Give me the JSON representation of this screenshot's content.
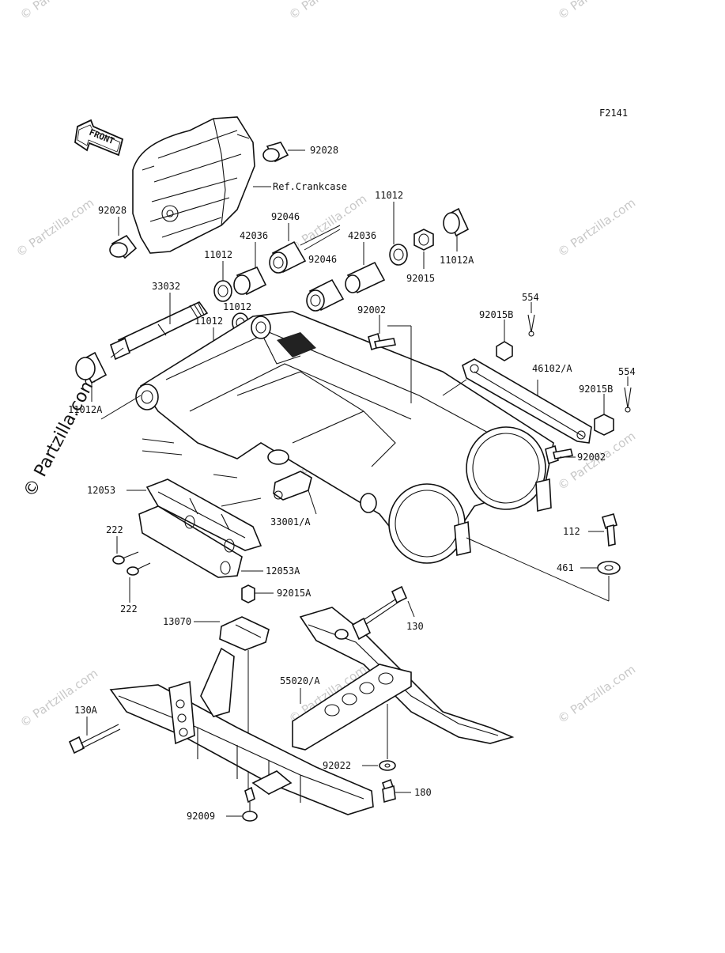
{
  "diagram_id": "F2141",
  "watermark": "© Partzilla.com",
  "front_arrow": "FRONT",
  "reference_label": "Ref.Crankcase",
  "part_labels": {
    "p92028_top": "92028",
    "p92028_left": "92028",
    "p92046_a": "92046",
    "p92046_b": "92046",
    "p42036_a": "42036",
    "p42036_b": "42036",
    "p11012_top": "11012",
    "p11012_a": "11012",
    "p11012_b": "11012",
    "p11012_c": "11012",
    "p11012A_right": "11012A",
    "p11012A_left": "11012A",
    "p92015": "92015",
    "p33032": "33032",
    "p92002_top": "92002",
    "p92002_right": "92002",
    "p554_a": "554",
    "p554_b": "554",
    "p92015B_a": "92015B",
    "p92015B_b": "92015B",
    "p46102A": "46102/A",
    "p12053": "12053",
    "p33001A": "33001/A",
    "p222_a": "222",
    "p222_b": "222",
    "p12053A": "12053A",
    "p92015A": "92015A",
    "p13070": "13070",
    "p112": "112",
    "p461": "461",
    "p130": "130",
    "p55020A": "55020/A",
    "p130A": "130A",
    "p92022": "92022",
    "p180": "180",
    "p92009": "92009"
  }
}
